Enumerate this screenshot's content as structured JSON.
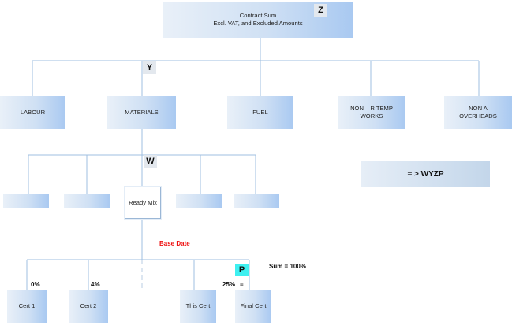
{
  "top": {
    "line1": "Contract Sum",
    "line2": "Excl. VAT, and Excluded Amounts",
    "badge": "Z"
  },
  "level1": {
    "badge": "Y",
    "items": [
      {
        "l1": "LABOUR",
        "l2": ""
      },
      {
        "l1": "MATERIALS",
        "l2": ""
      },
      {
        "l1": "FUEL",
        "l2": ""
      },
      {
        "l1": "NON – R TEMP",
        "l2": "WORKS"
      },
      {
        "l1": "NON A",
        "l2": "OVERHEADS"
      }
    ]
  },
  "level2": {
    "badge": "W",
    "ready_mix": "Ready Mix"
  },
  "base_date": "Base Date",
  "sum_label": "Sum = 100%",
  "certs": {
    "badge": "P",
    "items": [
      {
        "label": "Cert 1",
        "pct": "0%"
      },
      {
        "label": "Cert 2",
        "pct": "4%"
      },
      {
        "label": "This Cert",
        "pct": ""
      },
      {
        "label": "Final Cert",
        "pct": "25%"
      }
    ],
    "equals": "="
  },
  "formula": "= > WYZP"
}
